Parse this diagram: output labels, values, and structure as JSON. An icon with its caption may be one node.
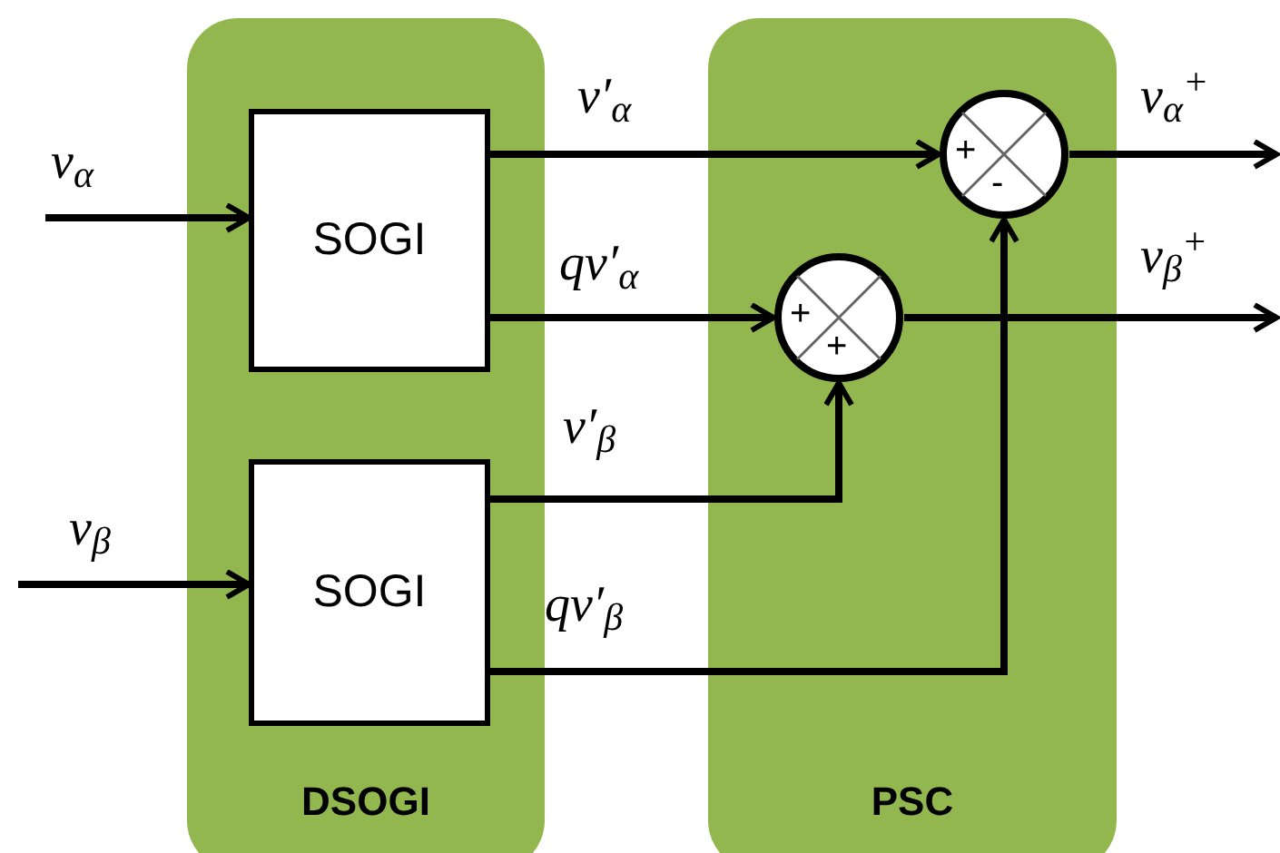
{
  "diagram": {
    "nodes": [
      {
        "text": [
          "DSOGI"
        ]
      },
      {
        "text": [
          "PSC"
        ]
      },
      {
        "text": [
          "SOGI"
        ],
        "in": 0
      },
      {
        "text": [
          "SOGI"
        ],
        "in": 0
      },
      {
        "text": [
          "+",
          "-"
        ],
        "in": 1
      },
      {
        "text": [
          "+",
          "+"
        ],
        "in": 1
      }
    ],
    "edges": [
      {
        "from": null,
        "to": 2,
        "arrow": "to",
        "label": "v$_{α}$"
      },
      {
        "from": null,
        "to": 3,
        "arrow": "to",
        "label": "v$_{β}$"
      },
      {
        "from": 2,
        "to": 4,
        "arrow": "to",
        "label": "v′$_{α}$"
      },
      {
        "from": 2,
        "to": 5,
        "arrow": "to",
        "label": "qv′$_{α}$"
      },
      {
        "from": 3,
        "to": 5,
        "arrow": "to",
        "label": "v′$_{β}$"
      },
      {
        "from": 3,
        "to": 4,
        "arrow": "to",
        "label": "qv′$_{β}$"
      },
      {
        "from": 4,
        "to": null,
        "arrow": "to",
        "label": "v$_{α}$$^{+}$"
      },
      {
        "from": 5,
        "to": null,
        "arrow": "to",
        "label": "v$_{β}$$^{+}$"
      }
    ]
  }
}
